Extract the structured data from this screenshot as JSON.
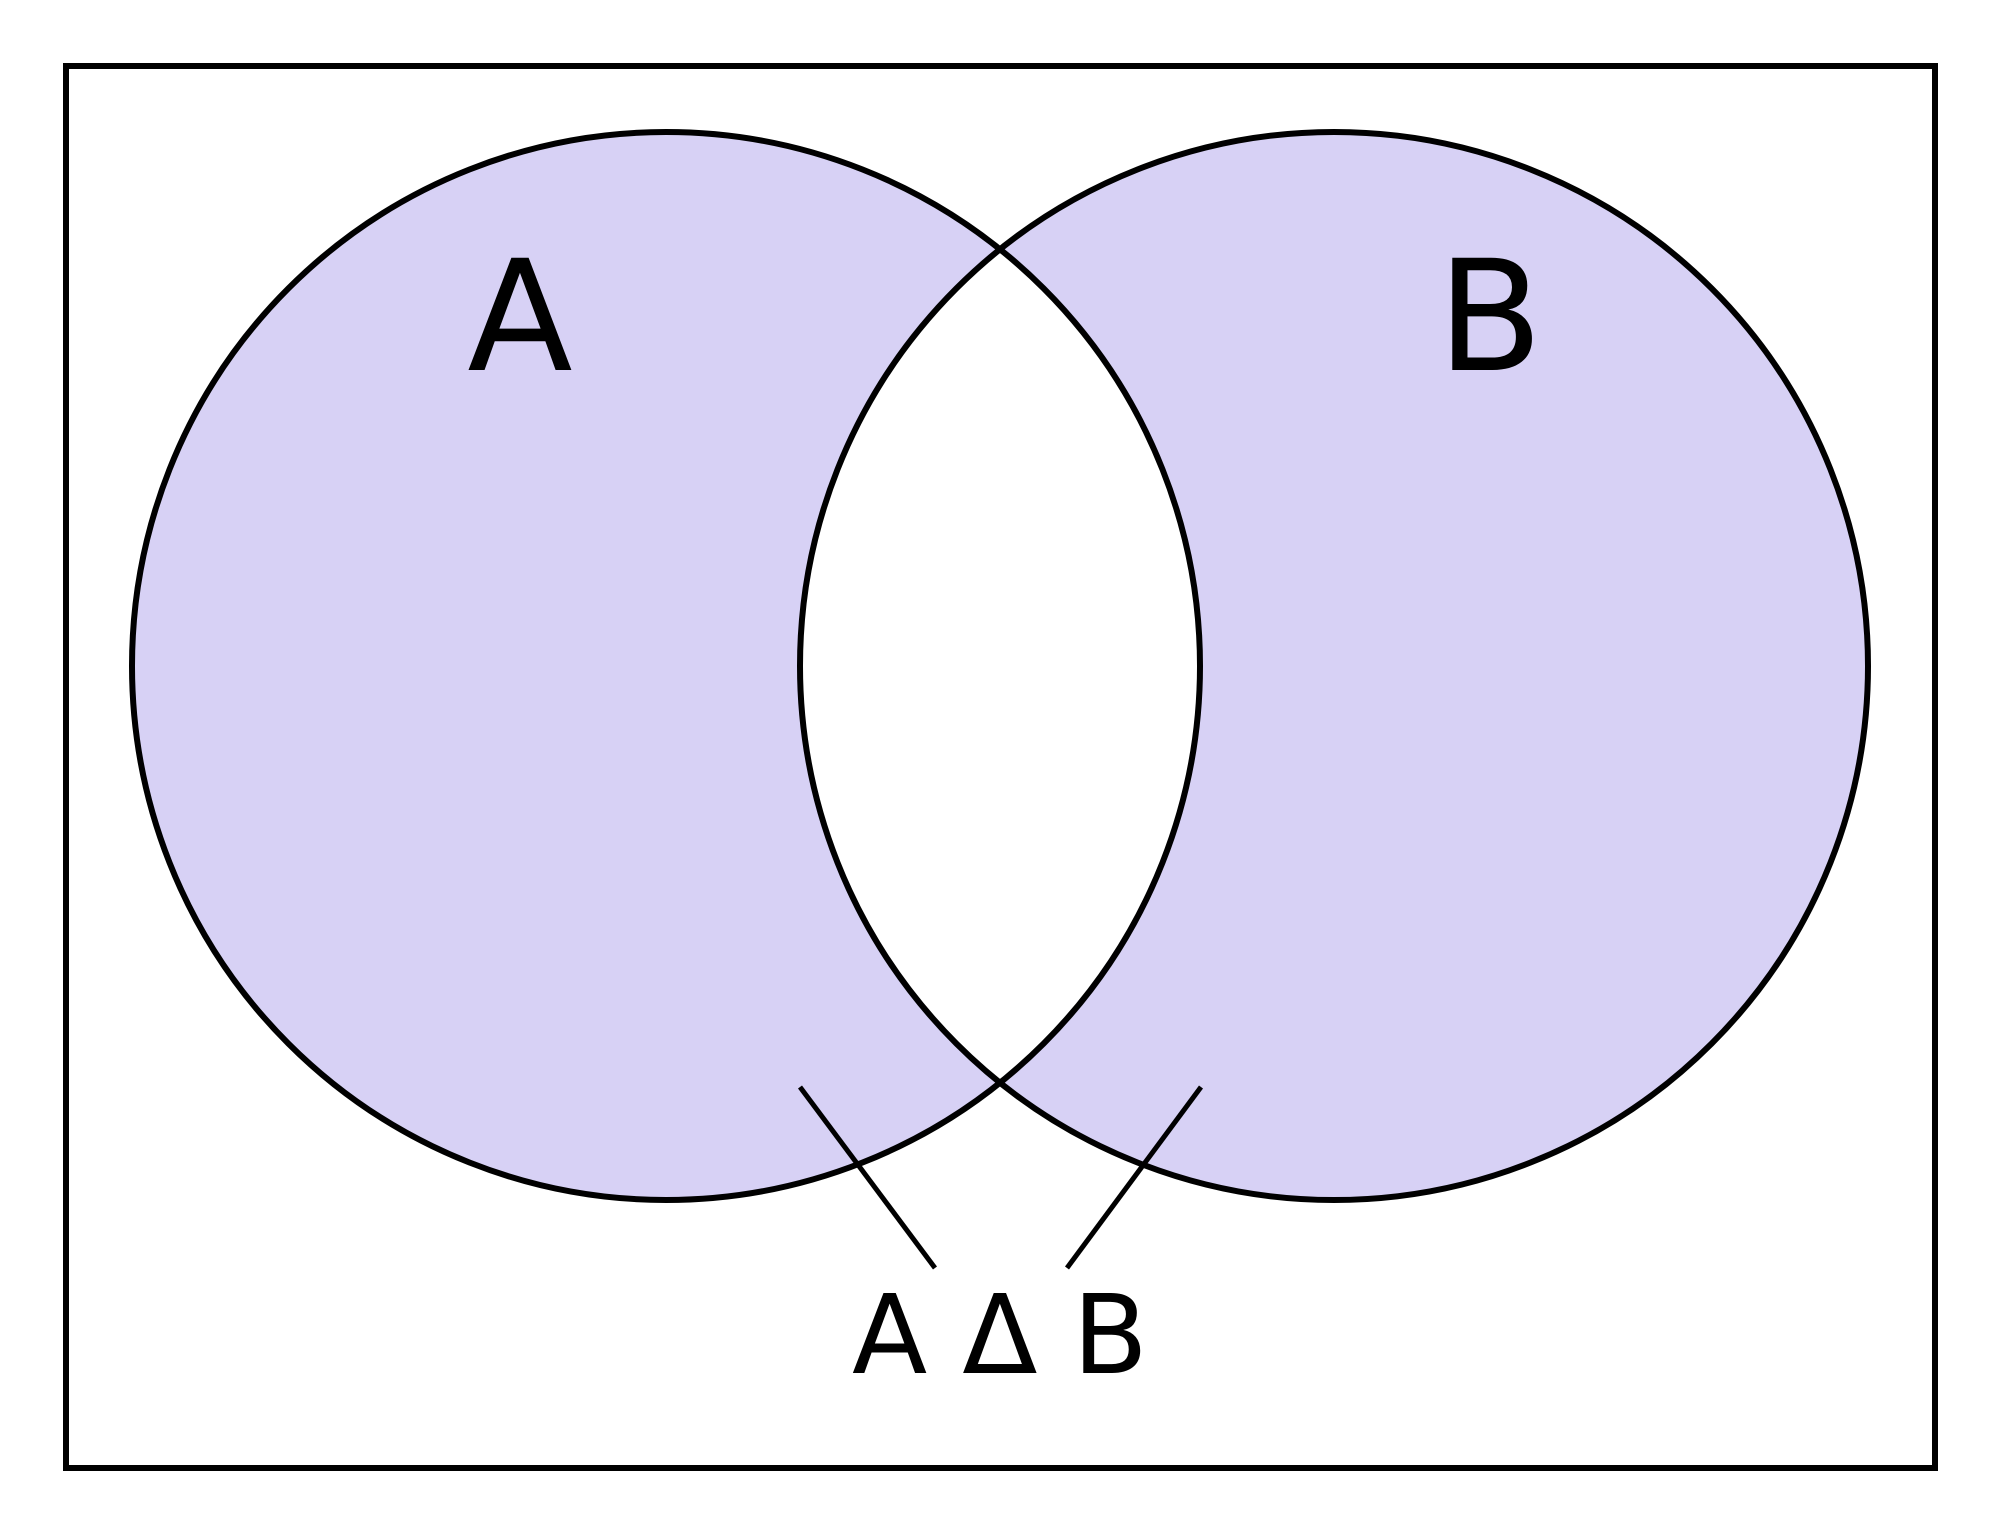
{
  "diagram": {
    "sets": [
      {
        "label": "A"
      },
      {
        "label": "B"
      }
    ],
    "operation_label": "A Δ B",
    "colors": {
      "fill": "#d7d1f5",
      "outline": "#000000",
      "background": "#ffffff"
    }
  }
}
